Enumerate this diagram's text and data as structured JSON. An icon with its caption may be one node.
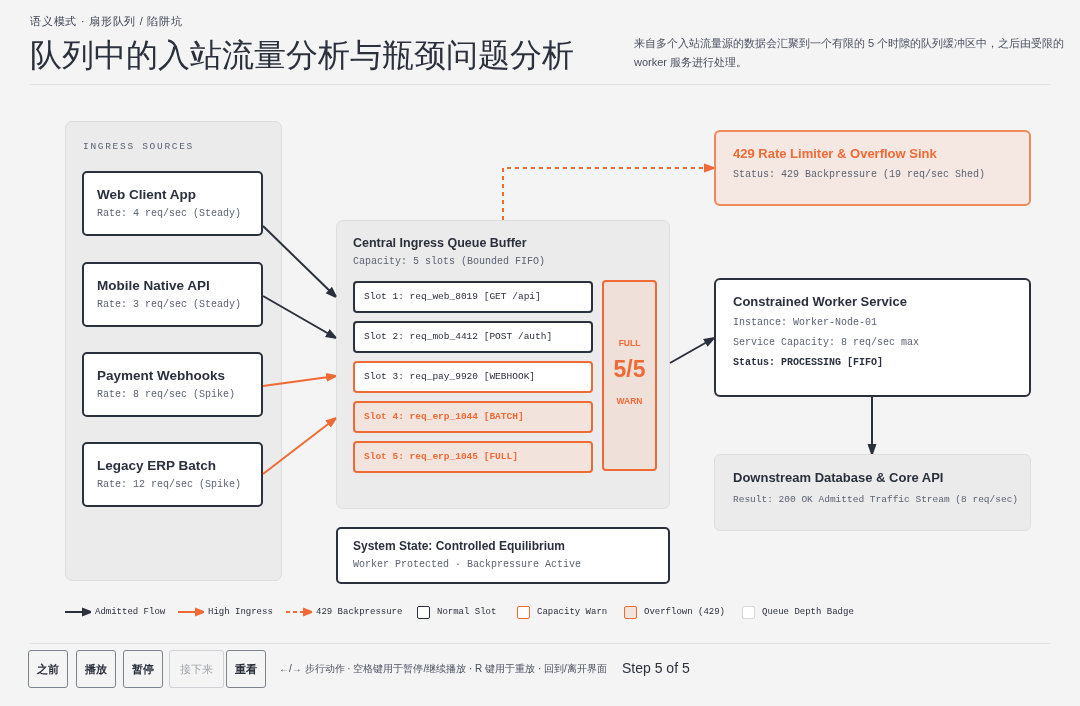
{
  "diagram": {
    "title": "队列中的入站流量分析与瓶颈问题分析",
    "nodes": [
      {
        "text": [
          "INGRESS SOURCES"
        ]
      },
      {
        "text": [
          "Web Client App",
          "Rate: 4 req/sec (Steady)"
        ],
        "in": 0
      },
      {
        "text": [
          "Mobile Native API",
          "Rate: 3 req/sec (Steady)"
        ],
        "in": 0
      },
      {
        "text": [
          "Payment Webhooks",
          "Rate: 8 req/sec (Spike)"
        ],
        "in": 0
      },
      {
        "text": [
          "Legacy ERP Batch",
          "Rate: 12 req/sec (Spike)"
        ],
        "in": 0
      },
      {
        "text": [
          "Central Ingress Queue Buffer",
          "Capacity: 5 slots (Bounded FIFO)"
        ]
      },
      {
        "text": [
          "Slot 1: req_web_8019 [GET /api]"
        ],
        "in": 5
      },
      {
        "text": [
          "Slot 2: req_mob_4412 [POST /auth]"
        ],
        "in": 5
      },
      {
        "text": [
          "Slot 3: req_pay_9920 [WEBHOOK]"
        ],
        "in": 5
      },
      {
        "text": [
          "Slot 4: req_erp_1044 [BATCH]"
        ],
        "in": 5
      },
      {
        "text": [
          "Slot 5: req_erp_1045 [FULL]"
        ],
        "in": 5
      },
      {
        "text": [
          "FULL",
          "5/5",
          "WARN"
        ],
        "in": 5
      },
      {
        "text": [
          "System State: Controlled Equilibrium",
          "Worker Protected · Backpressure Active"
        ]
      },
      {
        "text": [
          "429 Rate Limiter & Overflow Sink",
          "Status: 429 Backpressure (19 req/sec Shed)"
        ]
      },
      {
        "text": [
          "Constrained Worker Service",
          "Instance: Worker-Node-01",
          "Service Capacity: 8 req/sec max",
          "Status: PROCESSING [FIFO]"
        ]
      },
      {
        "text": [
          "Downstream Database & Core API",
          "Result: 200 OK Admitted Traffic Stream (8 req/sec)"
        ]
      }
    ],
    "edges": [
      {
        "from": 1,
        "to": 5,
        "arrow": "to"
      },
      {
        "from": 2,
        "to": 5,
        "arrow": "to"
      },
      {
        "from": 3,
        "to": 5,
        "arrow": "to",
        "color": "#f06a35"
      },
      {
        "from": 4,
        "to": 5,
        "arrow": "to",
        "color": "#f06a35"
      },
      {
        "from": 5,
        "to": 13,
        "arrow": "to",
        "style": "dashed",
        "color": "#f06a35"
      },
      {
        "from": 5,
        "to": 14,
        "arrow": "to"
      },
      {
        "from": 14,
        "to": 15,
        "arrow": "to"
      }
    ],
    "labels": [
      "语义模式 · 扇形队列 / 陷阱坑",
      "来自多个入站流量源的数据会汇聚到一个有限的 5 个时隙的队列缓冲区中，之后由受限的 worker 服务进行处理。",
      "之前",
      "播放",
      "暂停",
      "接下来",
      "重看",
      "←/→ 步行动作 · 空格键用于暂停/继续播放 · R 键用于重放 · 回到/离开界面",
      "Step 5 of 5"
    ],
    "legend": [
      {
        "text": "Admitted Flow"
      },
      {
        "text": "High Ingress"
      },
      {
        "text": "429 Backpressure"
      },
      {
        "text": "Normal Slot"
      },
      {
        "text": "Capacity Warn"
      },
      {
        "text": "Overflown (429)"
      },
      {
        "text": "Queue Depth Badge"
      }
    ]
  }
}
